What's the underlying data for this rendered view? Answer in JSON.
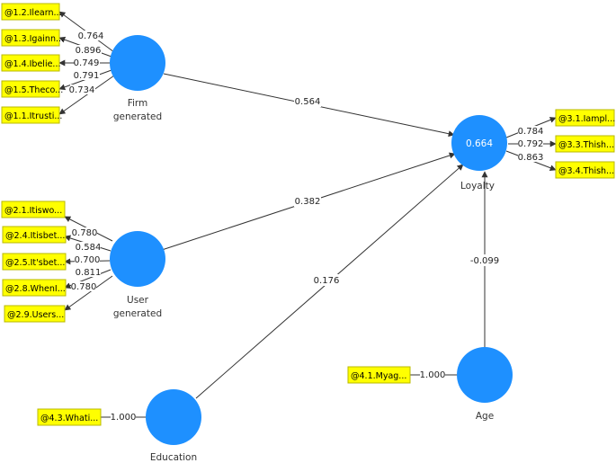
{
  "constructs": {
    "firm": {
      "label_lines": [
        "Firm",
        "generated"
      ]
    },
    "user": {
      "label_lines": [
        "User",
        "generated"
      ]
    },
    "loyalty": {
      "label_lines": [
        "Loyalty"
      ],
      "value": "0.664"
    },
    "education": {
      "label_lines": [
        "Education"
      ]
    },
    "age": {
      "label_lines": [
        "Age"
      ]
    }
  },
  "indicators": {
    "firm": [
      {
        "label": "@1.2.Ilearn...",
        "loading": "0.764"
      },
      {
        "label": "@1.3.Igainn...",
        "loading": "0.896"
      },
      {
        "label": "@1.4.Ibelie...",
        "loading": "0.749"
      },
      {
        "label": "@1.5.Theco...",
        "loading": "0.791"
      },
      {
        "label": "@1.1.Itrusti...",
        "loading": "0.734"
      }
    ],
    "user": [
      {
        "label": "@2.1.Itiswo...",
        "loading": "0.780"
      },
      {
        "label": "@2.4.Itisbet...",
        "loading": "0.584"
      },
      {
        "label": "@2.5.It'sbet...",
        "loading": "0.700"
      },
      {
        "label": "@2.8.WhenI...",
        "loading": "0.811"
      },
      {
        "label": "@2.9.Users...",
        "loading": "0.780"
      }
    ],
    "loyalty": [
      {
        "label": "@3.1.Iampl...",
        "loading": "0.784"
      },
      {
        "label": "@3.3.Thish...",
        "loading": "0.792"
      },
      {
        "label": "@3.4.Thish...",
        "loading": "0.863"
      }
    ],
    "education": [
      {
        "label": "@4.3.Whati...",
        "loading": "1.000"
      }
    ],
    "age": [
      {
        "label": "@4.1.Myag...",
        "loading": "1.000"
      }
    ]
  },
  "paths": {
    "firm_loyalty": "0.564",
    "user_loyalty": "0.382",
    "education_loyalty": "0.176",
    "age_loyalty": "-0.099"
  },
  "colors": {
    "construct": "#1e90ff",
    "indicator": "#ffff00"
  }
}
